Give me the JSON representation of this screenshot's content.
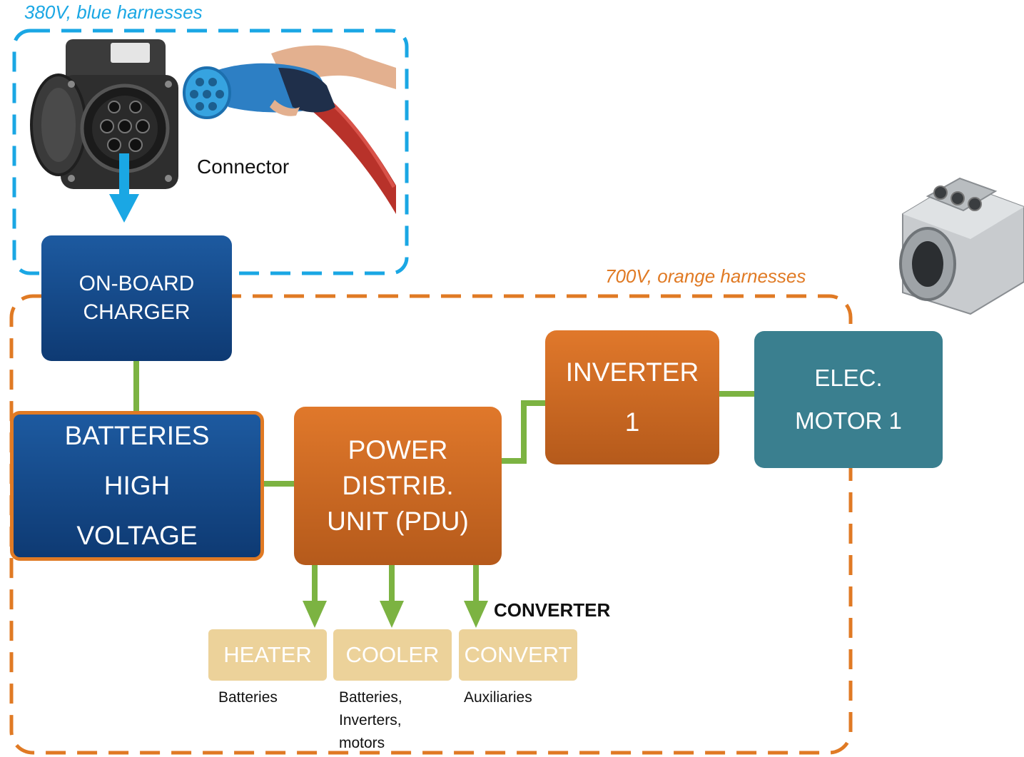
{
  "colors": {
    "blue_zone": "#1aa7e4",
    "orange_zone": "#e07a24",
    "harness_green": "#7cb342",
    "arrow_blue": "#1aa7e4",
    "box_blue": "#124a8c",
    "box_orange": "#d8732a",
    "box_teal": "#3a7f8f",
    "box_tan": "#ecd29a"
  },
  "zones": {
    "blue": {
      "label": "380V, blue harnesses"
    },
    "orange": {
      "label": "700V, orange harnesses"
    }
  },
  "images": {
    "inlet": {
      "name": "charging-inlet-photo"
    },
    "plug": {
      "name": "charging-plug-photo",
      "caption": "Connector"
    },
    "motor": {
      "name": "electric-motor-photo"
    }
  },
  "boxes": {
    "charger": {
      "label": "ON-BOARD\nCHARGER"
    },
    "batteries": {
      "label": "BATTERIES\nHIGH\nVOLTAGE"
    },
    "pdu": {
      "label": "POWER\nDISTRIB.\nUNIT (PDU)"
    },
    "inverter": {
      "label": "INVERTER\n1"
    },
    "motor": {
      "label": "ELEC.\nMOTOR 1"
    },
    "heater": {
      "label": "HEATER",
      "caption": "Batteries"
    },
    "cooler": {
      "label": "COOLER",
      "caption": "Batteries,\nInverters,\nmotors"
    },
    "convert": {
      "label": "CONVERT",
      "caption": "Auxiliaries",
      "annotation": "CONVERTER"
    }
  }
}
